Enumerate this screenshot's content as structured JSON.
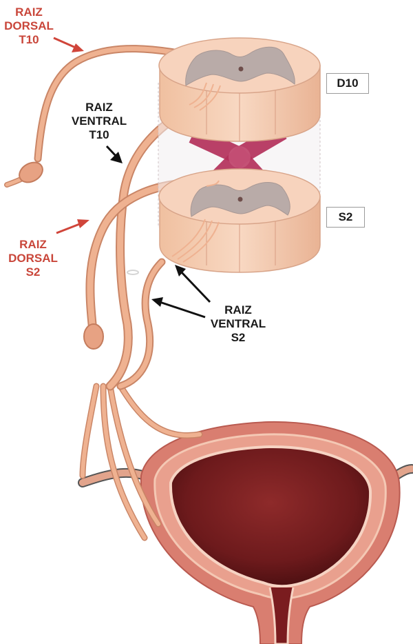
{
  "labels": {
    "dorsal_t10": [
      "RAIZ",
      "DORSAL",
      "T10"
    ],
    "ventral_t10": [
      "RAIZ",
      "VENTRAL",
      "T10"
    ],
    "dorsal_s2": [
      "RAIZ",
      "DORSAL",
      "S2"
    ],
    "ventral_s2": [
      "RAIZ",
      "VENTRAL",
      "S2"
    ]
  },
  "levels": {
    "upper": "D10",
    "lower": "S2"
  },
  "colors": {
    "label_red": "#c9463a",
    "label_black": "#1a1a1a",
    "nerve": "#e6a07e",
    "cord_tissue": "#f4c9aa",
    "grey_matter": "#b7a9a6",
    "tract": "#b5335a",
    "bladder_outer": "#d9796b",
    "bladder_inner": "#7a1c1f"
  }
}
